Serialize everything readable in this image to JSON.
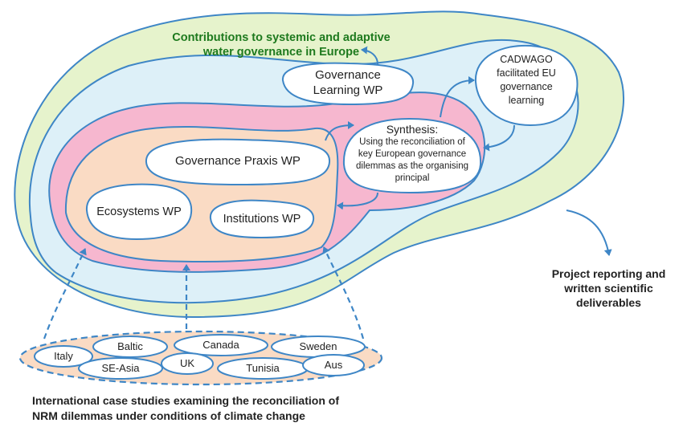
{
  "diagram": {
    "outer_title_line1": "Contributions to systemic and adaptive",
    "outer_title_line2": "water governance in Europe",
    "governance_learning": {
      "line1": "Governance",
      "line2": "Learning WP"
    },
    "cadwago": {
      "line1": "CADWAGO",
      "line2": "facilitated EU",
      "line3": "governance",
      "line4": "learning"
    },
    "synthesis": {
      "heading": "Synthesis:",
      "line1": "Using the reconciliation of",
      "line2": "key European governance",
      "line3": "dilemmas as the organising",
      "line4": "principal"
    },
    "governance_praxis": "Governance Praxis WP",
    "ecosystems": "Ecosystems WP",
    "institutions": "Institutions WP",
    "project_reporting": {
      "line1": "Project reporting and",
      "line2": "written scientific",
      "line3": "deliverables"
    },
    "case_studies": [
      "Italy",
      "Baltic",
      "Canada",
      "Sweden",
      "SE-Asia",
      "UK",
      "Tunisia",
      "Aus"
    ],
    "bottom_caption_line1": "International case studies examining the reconciliation of",
    "bottom_caption_line2": "NRM dilemmas under conditions of climate change"
  },
  "colors": {
    "green_area": "#e6f3cc",
    "blue_area": "#ddf0f8",
    "pink_area": "#f6b7cf",
    "peach_area": "#fadbc4",
    "outline": "#3e86c6",
    "title_green": "#1e7a1e"
  }
}
